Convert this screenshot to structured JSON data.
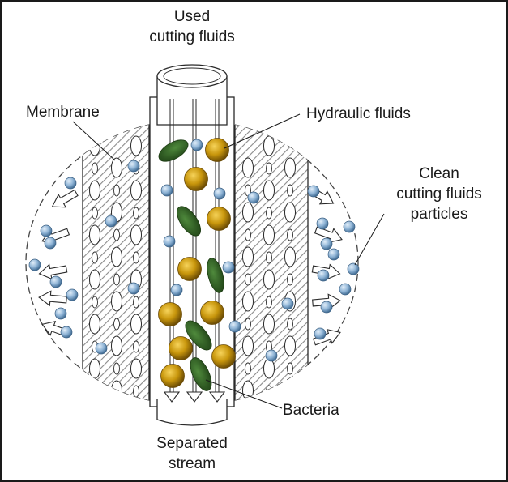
{
  "labels": {
    "top_line1": "Used",
    "top_line2": "cutting fluids",
    "membrane": "Membrane",
    "hydraulic": "Hydraulic fluids",
    "clean_line1": "Clean",
    "clean_line2": "cutting fluids",
    "clean_line3": "particles",
    "bacteria": "Bacteria",
    "bottom_line1": "Separated",
    "bottom_line2": "stream"
  },
  "colors": {
    "hydraulic_particle": "#c8960c",
    "bacteria": "#2e5a22",
    "clean_particle": "#8fb4d6",
    "membrane_hatch": "#8a8a8a",
    "outline": "#2a2a2a"
  },
  "icons": {
    "flow_arrow": "hollow-arrow-icon",
    "down_arrow": "down-arrow-icon"
  }
}
